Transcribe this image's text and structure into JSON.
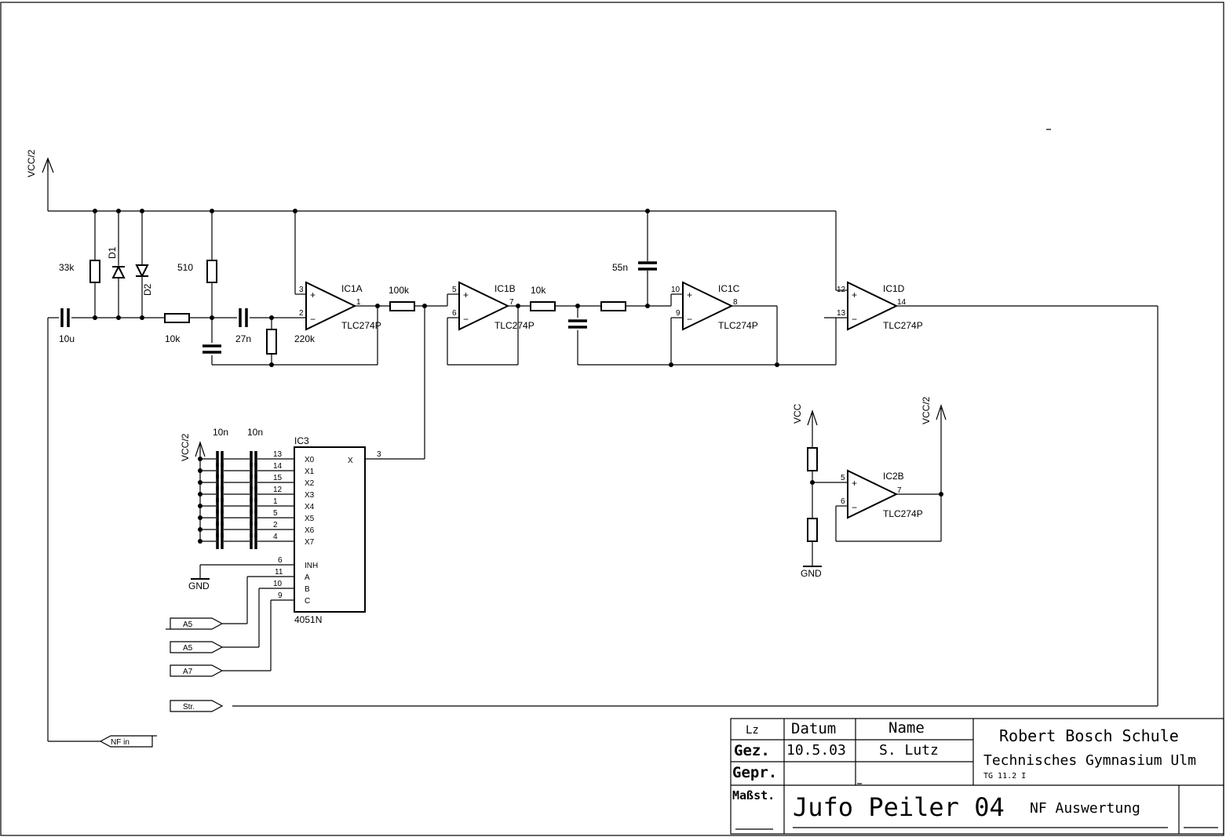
{
  "title_block": {
    "lz": "Lz",
    "datum_header": "Datum",
    "name_header": "Name",
    "gez_label": "Gez.",
    "gez_date": "10.5.03",
    "gez_name": "S. Lutz",
    "gepr_label": "Gepr.",
    "massst_label": "Maßst.",
    "school": "Robert Bosch Schule",
    "school_sub": "Technisches Gymnasium Ulm",
    "class_code": "TG 11.2 I",
    "project_title": "Jufo Peiler 04",
    "sheet_title": "NF Auswertung"
  },
  "labels": {
    "vcc_half": "VCC/2",
    "vcc": "VCC",
    "gnd": "GND",
    "opamp_type": "TLC274P",
    "ic1a": "IC1A",
    "ic1b": "IC1B",
    "ic1c": "IC1C",
    "ic1d": "IC1D",
    "ic2b": "IC2B",
    "ic3": "IC3",
    "ic3_type": "4051N",
    "d1": "D1",
    "d2": "D2",
    "r_33k": "33k",
    "r_510": "510",
    "r_10k_a": "10k",
    "r_220k": "220k",
    "r_100k": "100k",
    "r_10k_b": "10k",
    "c_10u": "10u",
    "c_27n": "27n",
    "c_55n": "55n",
    "c_10n_a": "10n",
    "c_10n_b": "10n",
    "port_a5_1": "A5",
    "port_a5_2": "A5",
    "port_a7": "A7",
    "port_str": "Str.",
    "port_nf": "NF in",
    "plus": "+",
    "minus": "−",
    "x_out": "X",
    "pin_x_out": "3",
    "ic3_inputs": [
      "X0",
      "X1",
      "X2",
      "X3",
      "X4",
      "X5",
      "X6",
      "X7"
    ],
    "ic3_input_pins": [
      "13",
      "14",
      "15",
      "12",
      "1",
      "5",
      "2",
      "4"
    ],
    "ic3_inh": "INH",
    "ic3_a": "A",
    "ic3_b": "B",
    "ic3_c": "C",
    "pin_inh": "6",
    "pin_a": "11",
    "pin_b": "10",
    "pin_c": "9",
    "ic1a_pins": [
      "3",
      "2",
      "1"
    ],
    "ic1b_pins": [
      "5",
      "6",
      "7"
    ],
    "ic1c_pins": [
      "10",
      "9",
      "8"
    ],
    "ic1d_pins": [
      "12",
      "13",
      "14"
    ],
    "ic2b_pins": [
      "5",
      "6",
      "7"
    ]
  }
}
